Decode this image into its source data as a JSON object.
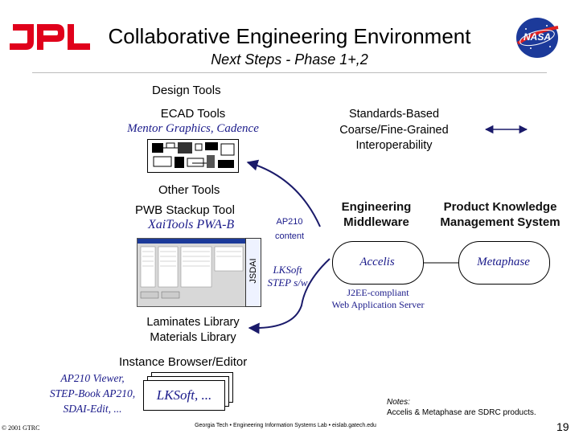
{
  "header": {
    "title": "Collaborative Engineering Environment",
    "subtitle": "Next Steps - Phase 1+,2",
    "jpl_logo_text": "JPL",
    "nasa_logo_text": "NASA"
  },
  "design_tools": {
    "heading": "Design Tools",
    "ecad_title": "ECAD Tools",
    "ecad_vendors": "Mentor Graphics, Cadence",
    "standards_text_lines": [
      "Standards-Based",
      "Coarse/Fine-Grained",
      "Interoperability"
    ],
    "other_tools": "Other Tools",
    "pwb_title": "PWB Stackup Tool",
    "pwb_product": "XaiTools PWA-B",
    "jsdai_label": "JSDAI",
    "ap210_lines": [
      "AP210",
      "content"
    ],
    "lksoft_lines": [
      "LKSoft",
      "STEP s/w"
    ]
  },
  "middleware": {
    "title_lines": [
      "Engineering",
      "Middleware"
    ],
    "product": "Accelis",
    "note_lines": [
      "J2EE-compliant",
      "Web Application Server"
    ]
  },
  "pkm": {
    "title_lines": [
      "Product Knowledge",
      "Management System"
    ],
    "product": "Metaphase"
  },
  "libraries": {
    "lines": [
      "Laminates Library",
      "Materials Library"
    ]
  },
  "instance_browser": {
    "title": "Instance Browser/Editor",
    "tools_lines": [
      "AP210 Viewer,",
      "STEP-Book AP210,",
      "SDAI-Edit, ..."
    ],
    "card_label": "LKSoft, ..."
  },
  "notes": {
    "heading": "Notes:",
    "text": "Accelis & Metaphase are SDRC products."
  },
  "footer": {
    "copyright": "© 2001 GTRC",
    "center": "Georgia Tech • Engineering Information Systems Lab • eislab.gatech.edu",
    "page_number": "19"
  }
}
